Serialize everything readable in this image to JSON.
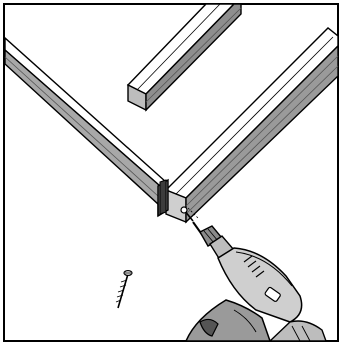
{
  "illustration": {
    "kind": "assembly-instruction",
    "step_description_visible": false,
    "parts": [
      {
        "name": "left-rail",
        "icon": "wood-rail"
      },
      {
        "name": "right-rail",
        "icon": "wood-rail"
      },
      {
        "name": "cross-slat",
        "icon": "wood-slat"
      },
      {
        "name": "screw",
        "icon": "screw-icon"
      },
      {
        "name": "power-drill",
        "icon": "drill-icon"
      }
    ],
    "colors": {
      "line": "#000000",
      "face": "#ffffff",
      "shade_light": "#d6d6d6",
      "shade_mid": "#a8a8a8",
      "shade_dark": "#6e6e6e",
      "drill_body": "#bdbdbd"
    }
  }
}
